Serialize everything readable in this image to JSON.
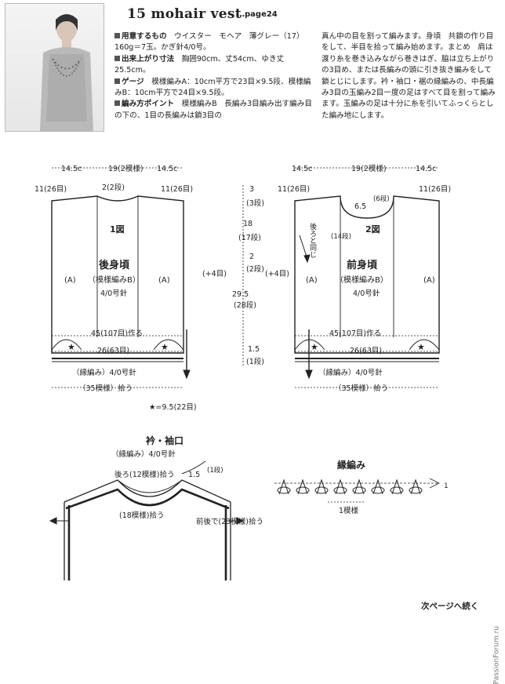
{
  "header": {
    "title": "15 mohair vest",
    "page_ref": "…page24"
  },
  "materials": {
    "items": [
      {
        "label": "用意するもの",
        "text": "ウイスター　モヘア　薄グレー（17）160g＝7玉。かぎ針4/0号。"
      },
      {
        "label": "出来上がり寸法",
        "text": "胸囲90cm、丈54cm、ゆき丈25.5cm。"
      },
      {
        "label": "ゲージ",
        "text": "模様編みA：10cm平方で23目×9.5段、模様編みB：10cm平方で24目×9.5段。"
      },
      {
        "label": "編み方ポイント",
        "text": "模様編みB　長編み3目編み出す編み目の下の、1目の長編みは鎖3目の"
      }
    ],
    "continuation": "真ん中の目を割って編みます。身頃　共鎖の作り目をして、半目を拾って編み始めます。まとめ　肩は渡り糸を巻き込みながら巻きはぎ、脇は立ち上がりの3目め、または長編みの頭に引き抜き編みをして鎖とじにします。衿・袖口・裾の縁編みの、中長編み3目の玉編み2目一度の足はすべて目を割って編みます。玉編みの足は十分に糸を引いてふっくらとした編み地にします。"
  },
  "back_diagram": {
    "fig_label": "1図",
    "name": "後身頃",
    "pattern": "（模様編みB）",
    "needle": "4/0号針",
    "side_a": "(A)",
    "width_side": "14.5c",
    "width_center": "19(2模様)",
    "shoulder": "11(26目)",
    "neck_depth": "2(2段)",
    "chain": "45(107目)作る",
    "bottom": "26(63目)",
    "edge": "（縁編み）4/0号針",
    "pickup": "（35模様）拾う",
    "star": "★=9.5(22目)",
    "plus_rows": "(+4目)"
  },
  "vertical_dims": {
    "d1": "3",
    "d1r": "(3段)",
    "d2": "18",
    "d2r": "(17段)",
    "d3": "2",
    "d3r": "(2段)",
    "total": "29.5",
    "totalr": "(28段)",
    "d4": "1.5",
    "d4r": "(1段)"
  },
  "front_diagram": {
    "fig_label": "2図",
    "name": "前身頃",
    "pattern": "（模様編みB）",
    "needle": "4/0号針",
    "side_a": "(A)",
    "width_side": "14.5c",
    "width_center": "19(2模様)",
    "shoulder": "11(26目)",
    "neck_depth": "6.5",
    "neck_rows": "(6段)",
    "neck_rows2": "(14段)",
    "same_as_back": "後ろと同じ",
    "chain": "45(107目)作る",
    "bottom": "26(63目)",
    "edge": "（縁編み）4/0号針",
    "pickup": "（35模様）拾う",
    "plus_rows": "(+4目)"
  },
  "collar": {
    "title": "衿・袖口",
    "subtitle": "（縁編み）4/0号針",
    "back_pick": "後ろ(12模様)拾う",
    "front_pick": "(18模様)拾う",
    "arm_pick": "前後で(23模様)拾う",
    "depth": "1.5",
    "depth_r": "(1段)"
  },
  "edging": {
    "title": "縁編み",
    "repeat": "1模様",
    "start_mark": "1"
  },
  "footer": {
    "next": "次ページへ続く",
    "watermark": "PassionForum.ru"
  }
}
